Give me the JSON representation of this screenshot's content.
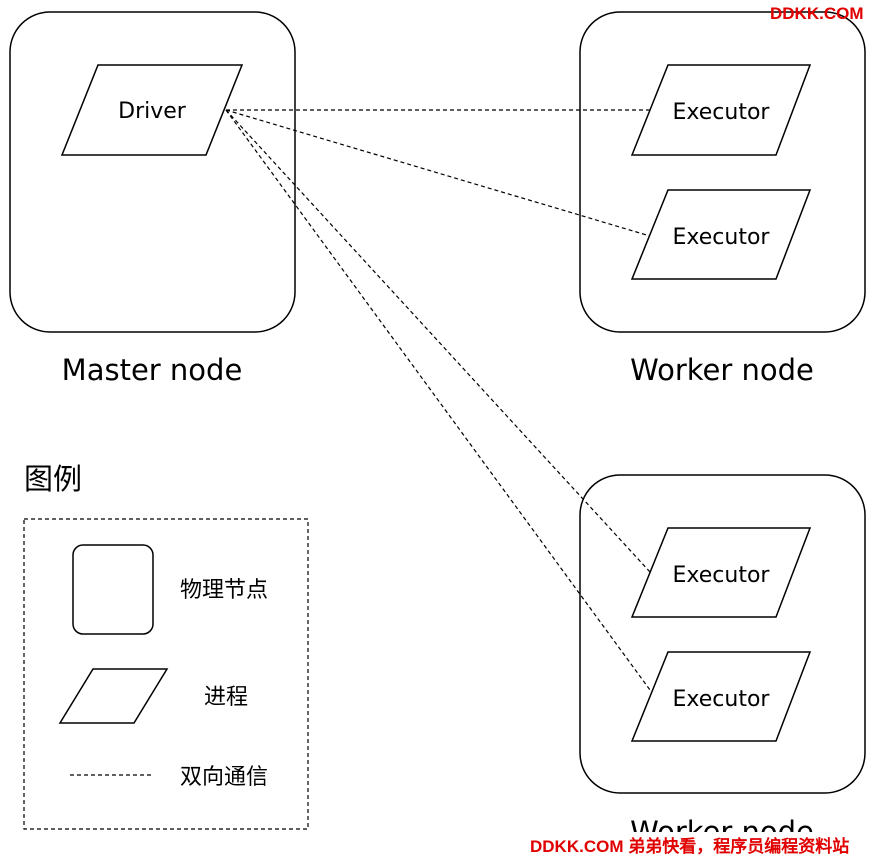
{
  "diagram": {
    "master_node_label": "Master node",
    "worker_node_label": "Worker node",
    "driver_label": "Driver",
    "executor_label": "Executor",
    "colors": {
      "stroke": "#000000",
      "background": "#ffffff",
      "watermark": "#e00000"
    }
  },
  "legend": {
    "title": "图例",
    "physical_node_label": "物理节点",
    "process_label": "进程",
    "bidirectional_label": "双向通信"
  },
  "watermarks": {
    "top_right": "DDKK.COM",
    "bottom_right": "DDKK.COM 弟弟快看，程序员编程资料站"
  }
}
